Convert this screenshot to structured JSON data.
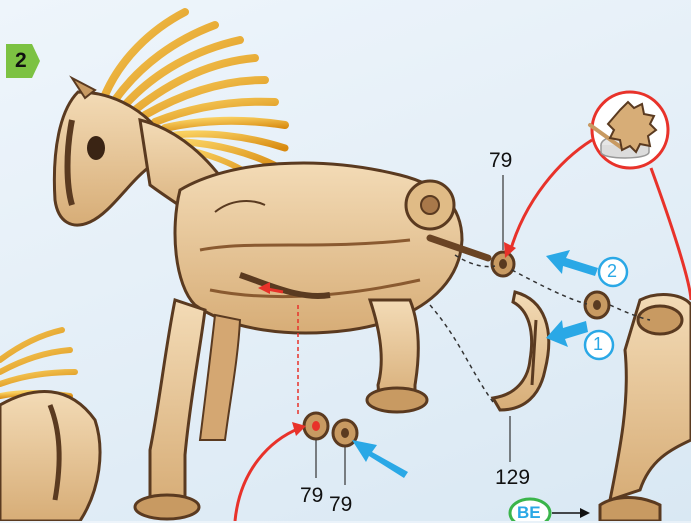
{
  "step": {
    "number": "2",
    "color": "#7cc242"
  },
  "labels": {
    "part_top": "79",
    "part_bottom_left": "79",
    "part_bottom_right": "79",
    "part_leg": "129",
    "callout_1": "1",
    "callout_2": "2",
    "tag": "BE"
  },
  "icons": {
    "glue": "glue-pot-icon",
    "arrows": "push-arrow-icon"
  },
  "colors": {
    "wood_light": "#e9c89a",
    "wood_mid": "#c89a62",
    "wood_dark": "#5a3a20",
    "mane": "#f0b020",
    "arrow_blue": "#2aa8e6",
    "guide_red": "#e8322a",
    "tag_green": "#3ab54a"
  }
}
